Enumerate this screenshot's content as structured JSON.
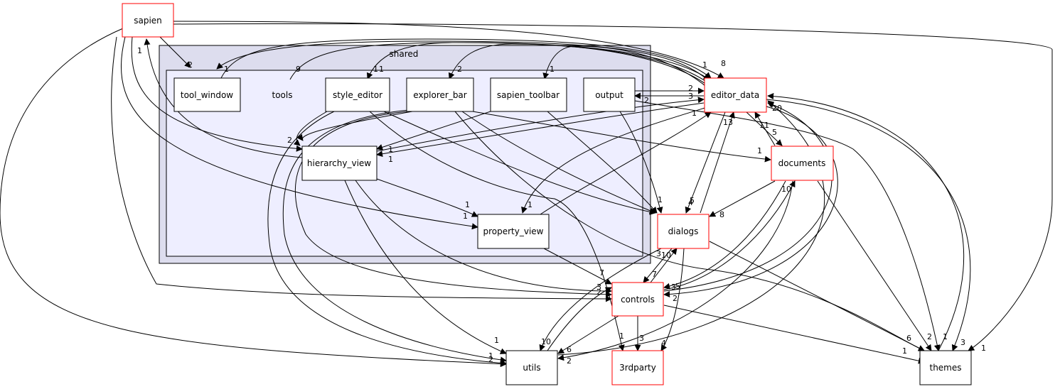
{
  "colors": {
    "red_border": "#ff0000",
    "black_border": "#000000",
    "cluster_outer_fill": "#ddddee",
    "cluster_inner_fill": "#eeeeff",
    "edge": "#000000"
  },
  "clusters": {
    "shared": {
      "label": "shared"
    },
    "tools": {
      "label": "tools"
    }
  },
  "nodes": {
    "sapien": {
      "label": "sapien",
      "border": "red"
    },
    "tool_window": {
      "label": "tool_window",
      "border": "black"
    },
    "style_editor": {
      "label": "style_editor",
      "border": "black"
    },
    "explorer_bar": {
      "label": "explorer_bar",
      "border": "black"
    },
    "sapien_toolbar": {
      "label": "sapien_toolbar",
      "border": "black"
    },
    "output": {
      "label": "output",
      "border": "black"
    },
    "hierarchy_view": {
      "label": "hierarchy_view",
      "border": "black"
    },
    "property_view": {
      "label": "property_view",
      "border": "black"
    },
    "editor_data": {
      "label": "editor_data",
      "border": "red"
    },
    "documents": {
      "label": "documents",
      "border": "red"
    },
    "dialogs": {
      "label": "dialogs",
      "border": "red"
    },
    "controls": {
      "label": "controls",
      "border": "red"
    },
    "utils": {
      "label": "utils",
      "border": "black"
    },
    "3rdparty": {
      "label": "3rdparty",
      "border": "red"
    },
    "themes": {
      "label": "themes",
      "border": "black"
    }
  },
  "edge_labels": [
    "2",
    "1",
    "9",
    "1",
    "2",
    "1",
    "1",
    "8",
    "2",
    "3",
    "2",
    "1",
    "1",
    "1",
    "2",
    "13",
    "11",
    "20",
    "5",
    "1",
    "1",
    "1",
    "1",
    "1",
    "1",
    "4",
    "5",
    "10",
    "8",
    "3",
    "10",
    "7",
    "7",
    "3",
    "2",
    "5",
    "3",
    "2",
    "1",
    "3",
    "4",
    "1",
    "10",
    "6",
    "1",
    "2",
    "2",
    "1",
    "6",
    "2",
    "1",
    "3",
    "1",
    "1"
  ]
}
